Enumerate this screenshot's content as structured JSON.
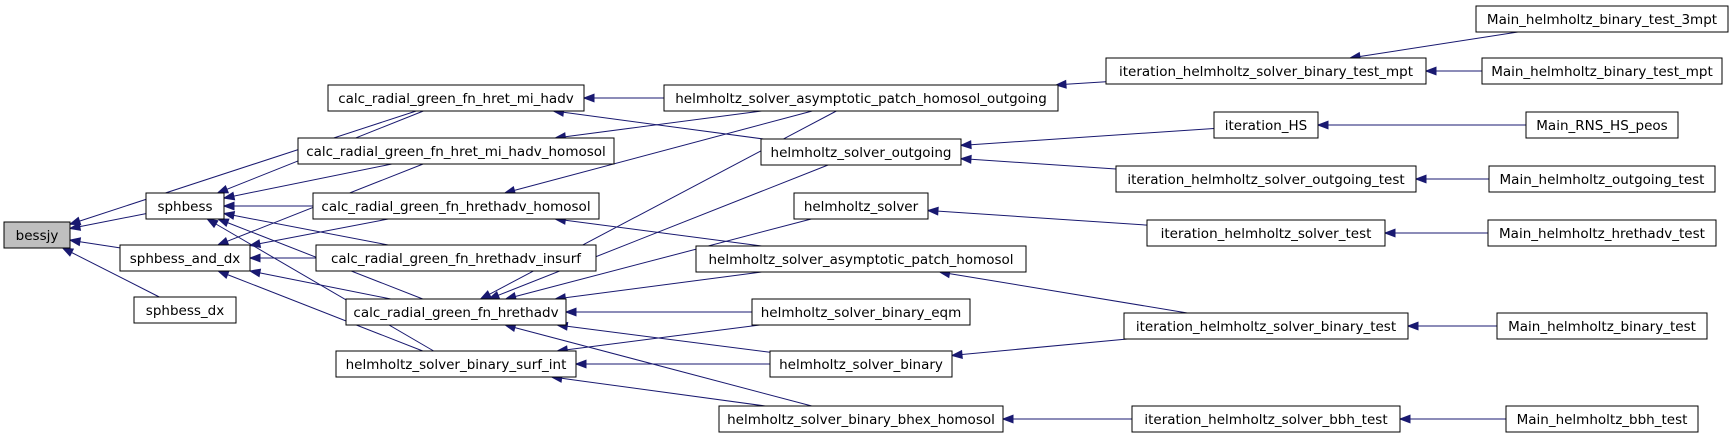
{
  "graph": {
    "root": "bessjy",
    "colors": {
      "edge": "#191970",
      "node_border": "#000000",
      "root_fill": "#bfbfbf",
      "node_fill": "#ffffff"
    },
    "nodes": {
      "bessjy": {
        "label": "bessjy"
      },
      "sphbess": {
        "label": "sphbess"
      },
      "sphbess_and_dx": {
        "label": "sphbess_and_dx"
      },
      "sphbess_dx": {
        "label": "sphbess_dx"
      },
      "crg_hret_mi": {
        "label": "calc_radial_green_fn_hret_mi_hadv"
      },
      "crg_hret_mi_homosol": {
        "label": "calc_radial_green_fn_hret_mi_hadv_homosol"
      },
      "crg_hrethadv_homosol": {
        "label": "calc_radial_green_fn_hrethadv_homosol"
      },
      "crg_hrethadv_insurf": {
        "label": "calc_radial_green_fn_hrethadv_insurf"
      },
      "crg_hrethadv": {
        "label": "calc_radial_green_fn_hrethadv"
      },
      "hs_binary_surf_int": {
        "label": "helmholtz_solver_binary_surf_int"
      },
      "hs_asym_outgoing": {
        "label": "helmholtz_solver_asymptotic_patch_homosol_outgoing"
      },
      "hs_outgoing": {
        "label": "helmholtz_solver_outgoing"
      },
      "hs": {
        "label": "helmholtz_solver"
      },
      "hs_asym": {
        "label": "helmholtz_solver_asymptotic_patch_homosol"
      },
      "hs_binary_eqm": {
        "label": "helmholtz_solver_binary_eqm"
      },
      "hs_binary": {
        "label": "helmholtz_solver_binary"
      },
      "hs_bhex": {
        "label": "helmholtz_solver_binary_bhex_homosol"
      },
      "it_bin_mpt": {
        "label": "iteration_helmholtz_solver_binary_test_mpt"
      },
      "it_HS": {
        "label": "iteration_HS"
      },
      "it_outgoing": {
        "label": "iteration_helmholtz_solver_outgoing_test"
      },
      "it_test": {
        "label": "iteration_helmholtz_solver_test"
      },
      "it_bin_test": {
        "label": "iteration_helmholtz_solver_binary_test"
      },
      "it_bbh": {
        "label": "iteration_helmholtz_solver_bbh_test"
      },
      "m_3mpt": {
        "label": "Main_helmholtz_binary_test_3mpt"
      },
      "m_mpt": {
        "label": "Main_helmholtz_binary_test_mpt"
      },
      "m_rns": {
        "label": "Main_RNS_HS_peos"
      },
      "m_outgoing": {
        "label": "Main_helmholtz_outgoing_test"
      },
      "m_hrethadv": {
        "label": "Main_helmholtz_hrethadv_test"
      },
      "m_binary": {
        "label": "Main_helmholtz_binary_test"
      },
      "m_bbh": {
        "label": "Main_helmholtz_bbh_test"
      }
    },
    "edges": [
      [
        "sphbess",
        "bessjy"
      ],
      [
        "sphbess_and_dx",
        "bessjy"
      ],
      [
        "sphbess_dx",
        "bessjy"
      ],
      [
        "crg_hret_mi",
        "bessjy"
      ],
      [
        "crg_hret_mi",
        "sphbess"
      ],
      [
        "crg_hret_mi_homosol",
        "sphbess"
      ],
      [
        "crg_hrethadv_homosol",
        "sphbess"
      ],
      [
        "crg_hrethadv_insurf",
        "sphbess"
      ],
      [
        "crg_hrethadv",
        "sphbess"
      ],
      [
        "hs_binary_surf_int",
        "sphbess"
      ],
      [
        "crg_hret_mi_homosol",
        "sphbess_and_dx"
      ],
      [
        "crg_hrethadv_homosol",
        "sphbess_and_dx"
      ],
      [
        "crg_hrethadv_insurf",
        "sphbess_and_dx"
      ],
      [
        "crg_hrethadv",
        "sphbess_and_dx"
      ],
      [
        "hs_binary_surf_int",
        "sphbess_and_dx"
      ],
      [
        "hs_asym_outgoing",
        "crg_hret_mi"
      ],
      [
        "hs_outgoing",
        "crg_hret_mi"
      ],
      [
        "hs_asym_outgoing",
        "crg_hret_mi_homosol"
      ],
      [
        "hs_asym_outgoing",
        "crg_hrethadv_homosol"
      ],
      [
        "hs_asym",
        "crg_hrethadv_homosol"
      ],
      [
        "hs_asym_outgoing",
        "crg_hrethadv"
      ],
      [
        "hs_outgoing",
        "crg_hrethadv"
      ],
      [
        "hs",
        "crg_hrethadv"
      ],
      [
        "hs_asym",
        "crg_hrethadv"
      ],
      [
        "hs_binary_eqm",
        "crg_hrethadv"
      ],
      [
        "hs_binary",
        "crg_hrethadv"
      ],
      [
        "hs_bhex",
        "crg_hrethadv"
      ],
      [
        "hs_binary_eqm",
        "hs_binary_surf_int"
      ],
      [
        "hs_binary",
        "hs_binary_surf_int"
      ],
      [
        "hs_bhex",
        "hs_binary_surf_int"
      ],
      [
        "it_bin_mpt",
        "hs_asym_outgoing"
      ],
      [
        "it_HS",
        "hs_outgoing"
      ],
      [
        "it_outgoing",
        "hs_outgoing"
      ],
      [
        "it_test",
        "hs"
      ],
      [
        "it_bin_test",
        "hs_asym"
      ],
      [
        "it_bin_test",
        "hs_binary"
      ],
      [
        "it_bbh",
        "hs_bhex"
      ],
      [
        "m_3mpt",
        "it_bin_mpt"
      ],
      [
        "m_mpt",
        "it_bin_mpt"
      ],
      [
        "m_rns",
        "it_HS"
      ],
      [
        "m_outgoing",
        "it_outgoing"
      ],
      [
        "m_hrethadv",
        "it_test"
      ],
      [
        "m_binary",
        "it_bin_test"
      ],
      [
        "m_bbh",
        "it_bbh"
      ]
    ]
  }
}
